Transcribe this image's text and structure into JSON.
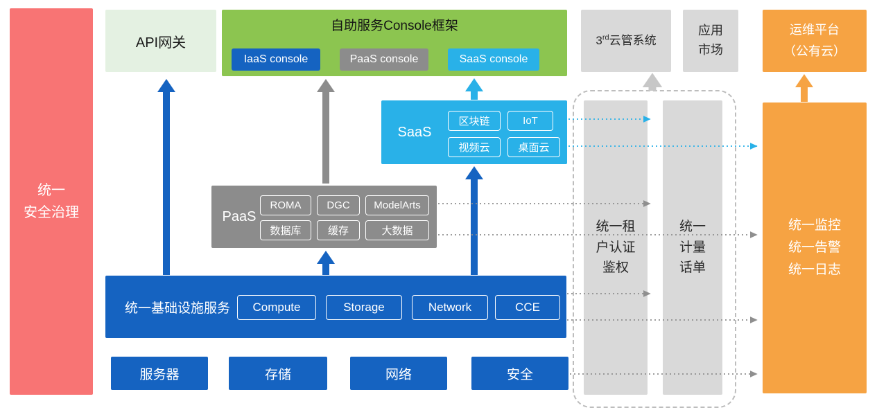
{
  "colors": {
    "blue": "#1563c1",
    "gray": "#8c8c8c",
    "cyan": "#29b1e8",
    "green": "#8cc550",
    "light_green": "#e4f1e2",
    "red": "#f87474",
    "orange": "#f6a343",
    "light_gray": "#d9d9d9"
  },
  "security_bar": {
    "label": "统一\n安全治理"
  },
  "api_gateway": {
    "label": "API网关"
  },
  "console_framework": {
    "title": "自助服务Console框架",
    "consoles": [
      {
        "label": "IaaS console"
      },
      {
        "label": "PaaS console"
      },
      {
        "label": "SaaS console"
      }
    ]
  },
  "third_party_cms": {
    "num": "3",
    "sup": "rd",
    "rest": "云管系统"
  },
  "app_market": {
    "label": "应用\n市场"
  },
  "ops_platform": {
    "label": "运维平台\n（公有云）"
  },
  "saas": {
    "label": "SaaS",
    "items": [
      "区块链",
      "IoT",
      "视频云",
      "桌面云"
    ]
  },
  "paas": {
    "label": "PaaS",
    "items": [
      "ROMA",
      "DGC",
      "ModelArts",
      "数据库",
      "缓存",
      "大数据"
    ]
  },
  "infra": {
    "label": "统一基础设施服务",
    "items": [
      "Compute",
      "Storage",
      "Network",
      "CCE"
    ]
  },
  "hardware": [
    "服务器",
    "存储",
    "网络",
    "安全"
  ],
  "auth_bar": {
    "label": "统一租\n户认证\n鉴权"
  },
  "metering_bar": {
    "label": "统一\n计量\n话单"
  },
  "monitor_bar": {
    "label": "统一监控\n统一告警\n统一日志"
  }
}
